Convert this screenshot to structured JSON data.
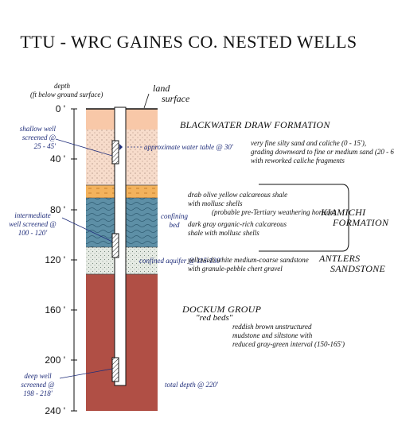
{
  "title": "TTU - WRC GAINES CO. NESTED WELLS",
  "axis": {
    "label_line1": "depth",
    "label_line2": "(ft below ground surface)",
    "ticks": [
      "0 '",
      "40 '",
      "80 '",
      "120 '",
      "160 '",
      "200 '",
      "240 '"
    ]
  },
  "land_surface": {
    "line1": "land",
    "line2": "surface"
  },
  "wells": {
    "shallow": [
      "shallow well",
      "screened @",
      "25 - 45'"
    ],
    "intermediate": [
      "intermediate",
      "well screened @",
      "100 - 120'"
    ],
    "deep": [
      "deep well",
      "screened @",
      "198 - 218'"
    ]
  },
  "annotations": {
    "water_table": "approximate water table @ 30'",
    "confining_bed": [
      "confining",
      "bed"
    ],
    "confined_aquifer": "confined aquifer @ 115-130'",
    "total_depth": "total depth @ 220'"
  },
  "formations": {
    "blackwater": {
      "name": "BLACKWATER DRAW FORMATION",
      "desc": [
        "very fine silty sand and caliche (0 - 15'),",
        "grading downward to fine or medium sand (20 - 6",
        "with reworked caliche fragments"
      ]
    },
    "kiamichi": {
      "name": [
        "KIAMICHI",
        "FORMATION"
      ],
      "desc1": [
        "drab olive yellow calcareous shale",
        "with mollusc shells",
        "(probable pre-Tertiary weathering horizon)"
      ],
      "desc2": [
        "dark gray organic-rich calcareous",
        "shale with mollusc shells"
      ]
    },
    "antlers": {
      "name": [
        "ANTLERS",
        "SANDSTONE"
      ],
      "desc": [
        "yellowish white medium-coarse sandstone",
        "with granule-pebble chert gravel"
      ]
    },
    "dockum": {
      "name": [
        "DOCKUM GROUP",
        "\"red beds\""
      ],
      "desc": [
        "reddish brown unstructured",
        "mudstone and siltstone with",
        "reduced gray-green interval (150-165')"
      ]
    }
  },
  "colors": {
    "blackwater_upper": "#f8c8a8",
    "blackwater_lower": "#f7dccb",
    "kiamichi_upper": "#f3b25c",
    "kiamichi_lower": "#5d8fa6",
    "antlers": "#e6ebe4",
    "dockum": "#b04f45",
    "text_blue": "#1f2d7a"
  }
}
